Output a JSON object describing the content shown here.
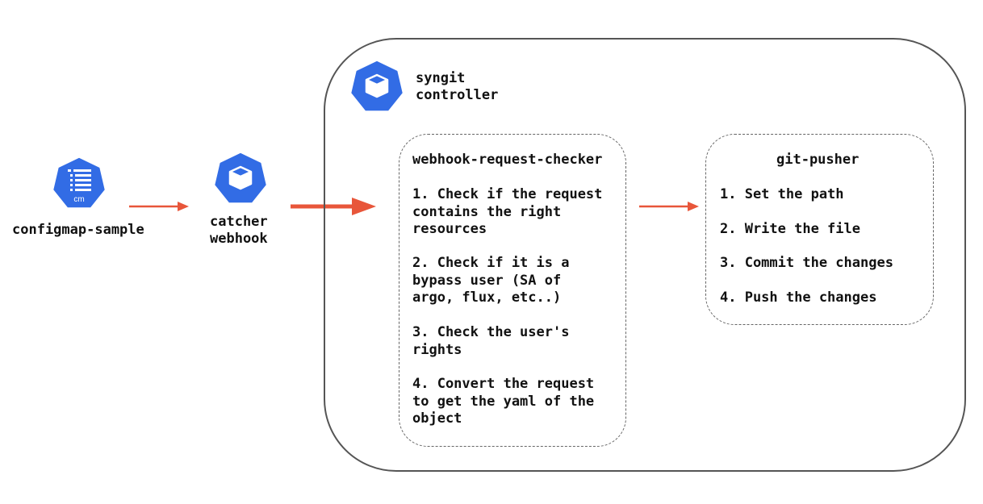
{
  "colors": {
    "k8s_blue": "#326ce5",
    "arrow_red": "#e8563a",
    "border_gray": "#555555"
  },
  "configmap": {
    "icon": "configmap-icon",
    "icon_text": "cm",
    "label": "configmap-sample"
  },
  "catcher": {
    "icon": "cube-icon",
    "label": "catcher\nwebhook"
  },
  "controller": {
    "icon": "cube-icon",
    "label": "syngit\ncontroller"
  },
  "checker": {
    "title": "webhook-request-checker",
    "steps": [
      "1. Check if the request\ncontains the right\nresources",
      "2. Check if it is a\nbypass user (SA of\nargo, flux, etc..)",
      "3. Check the user's\nrights",
      "4. Convert the request\nto get the yaml of the\nobject"
    ]
  },
  "pusher": {
    "title": "git-pusher",
    "steps": [
      "1. Set the path",
      "2. Write the file",
      "3. Commit the changes",
      "4. Push the changes"
    ]
  }
}
